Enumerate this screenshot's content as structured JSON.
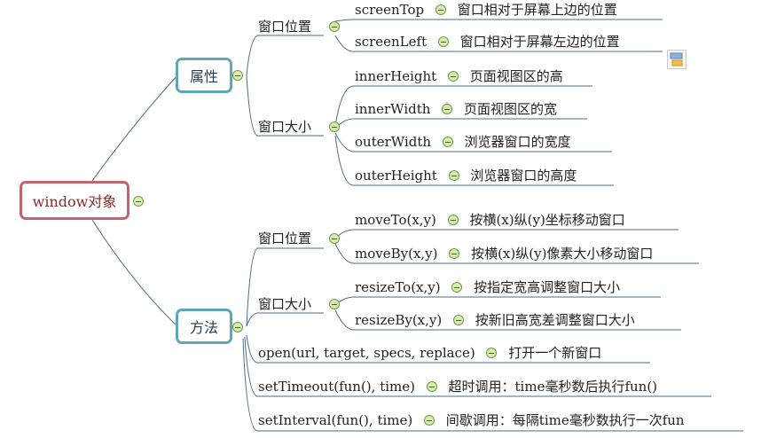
{
  "root": "window对象",
  "categories": {
    "properties": "属性",
    "methods": "方法"
  },
  "properties": {
    "position": {
      "label": "窗口位置",
      "items": [
        {
          "name": "screenTop",
          "desc": "窗口相对于屏幕上边的位置"
        },
        {
          "name": "screenLeft",
          "desc": "窗口相对于屏幕左边的位置"
        }
      ]
    },
    "size": {
      "label": "窗口大小",
      "items": [
        {
          "name": "innerHeight",
          "desc": "页面视图区的高"
        },
        {
          "name": "innerWidth",
          "desc": "页面视图区的宽"
        },
        {
          "name": "outerWidth",
          "desc": "浏览器窗口的宽度"
        },
        {
          "name": "outerHeight",
          "desc": "浏览器窗口的高度"
        }
      ]
    }
  },
  "methods": {
    "position": {
      "label": "窗口位置",
      "items": [
        {
          "name": "moveTo(x,y)",
          "desc": "按横(x)纵(y)坐标移动窗口"
        },
        {
          "name": "moveBy(x,y)",
          "desc": "按横(x)纵(y)像素大小移动窗口"
        }
      ]
    },
    "size": {
      "label": "窗口大小",
      "items": [
        {
          "name": "resizeTo(x,y)",
          "desc": "按指定宽高调整窗口大小"
        },
        {
          "name": "resizeBy(x,y)",
          "desc": "按新旧高宽差调整窗口大小"
        }
      ]
    },
    "others": [
      {
        "name": "open(url, target, specs, replace)",
        "desc": "打开一个新窗口"
      },
      {
        "name": "setTimeout(fun(), time)",
        "desc": "超时调用：time毫秒数后执行fun()"
      },
      {
        "name": "setInterval(fun(), time)",
        "desc": "间歇调用：每隔time毫秒数执行一次fun"
      }
    ]
  },
  "colors": {
    "line": "#4a6d8c",
    "root_border": "#c3656f",
    "category_border": "#5fa7b3",
    "collapse_fill": "#d6ecb4"
  },
  "icons": {
    "collapse": "minus-circle-icon",
    "note": "notes-icon"
  }
}
